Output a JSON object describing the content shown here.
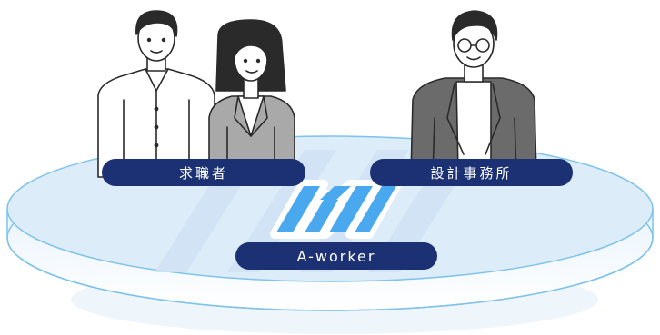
{
  "labels": {
    "job_seeker": "求職者",
    "design_office": "設計事務所",
    "brand": "A-worker"
  },
  "colors": {
    "pill": "#1b3174",
    "platform": "#dcecf9",
    "platform_edge": "#7ec3ea",
    "logo": "#4aa9ee",
    "watermark": "#d0e3f4"
  },
  "icons": {
    "logo": "aw-logo-icon",
    "people": [
      "man-in-shirt",
      "woman-in-gray-jacket",
      "man-with-glasses"
    ]
  }
}
